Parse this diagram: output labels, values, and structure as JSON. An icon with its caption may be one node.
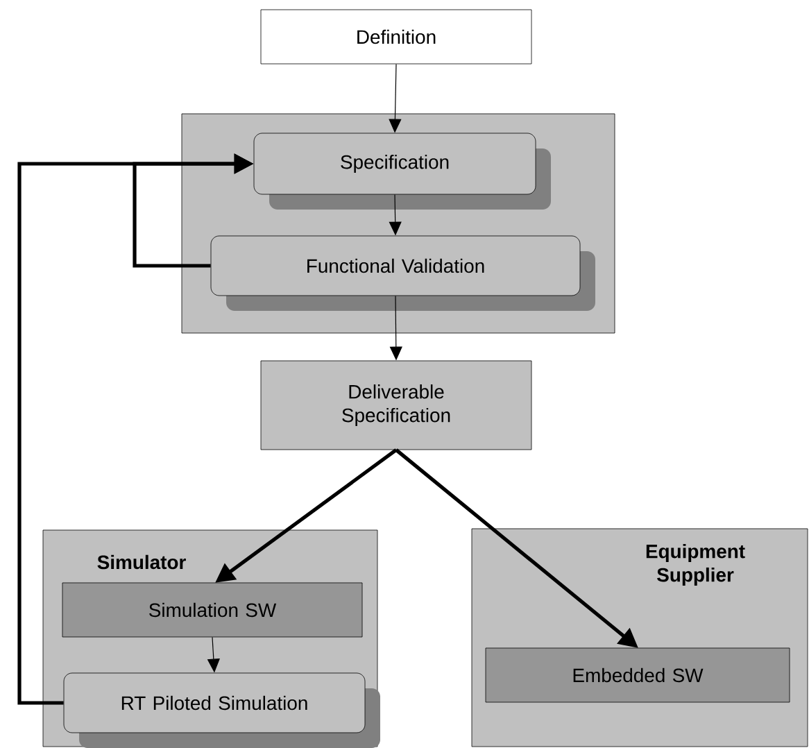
{
  "diagram": {
    "nodes": [
      {
        "text": [
          "Definition"
        ]
      },
      {
        "text": [],
        "shape": "box"
      },
      {
        "text": [
          "Specification"
        ],
        "in": 1
      },
      {
        "text": [
          "Functional Validation"
        ],
        "in": 1
      },
      {
        "text": [
          "Deliverable Specification"
        ]
      },
      {
        "text": [
          "Simulator"
        ]
      },
      {
        "text": [
          "Simulation SW"
        ],
        "in": 5
      },
      {
        "text": [
          "RT Piloted Simulation"
        ],
        "in": 5
      },
      {
        "text": [
          "Equipment Supplier"
        ]
      },
      {
        "text": [
          "Embedded SW"
        ],
        "in": 8
      }
    ],
    "edges": [
      {
        "from": 0,
        "to": 2,
        "arrow": "to"
      },
      {
        "from": 2,
        "to": 3,
        "arrow": "to"
      },
      {
        "from": 3,
        "to": 4,
        "arrow": "to"
      },
      {
        "from": 3,
        "to": 2,
        "arrow": "to",
        "style": "thick"
      },
      {
        "from": 7,
        "to": 2,
        "arrow": "to",
        "style": "thick"
      },
      {
        "from": 4,
        "to": 6,
        "arrow": "to",
        "style": "thick"
      },
      {
        "from": 4,
        "to": 9,
        "arrow": "to",
        "style": "thick"
      },
      {
        "from": 6,
        "to": 7,
        "arrow": "to"
      }
    ]
  }
}
